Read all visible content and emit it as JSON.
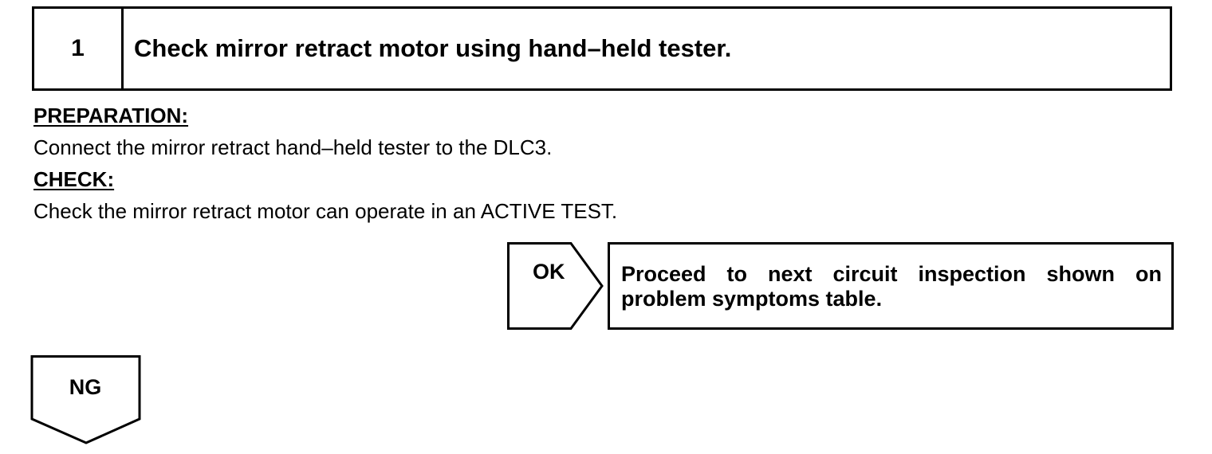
{
  "step": {
    "number": "1",
    "title": "Check mirror retract motor using hand–held tester."
  },
  "preparation": {
    "heading": "PREPARATION:",
    "text": "Connect the mirror retract hand–held tester to the DLC3."
  },
  "check": {
    "heading": "CHECK:",
    "text": "Check the mirror retract motor can operate in an ACTIVE TEST."
  },
  "ok_result": {
    "label": "OK",
    "text": "Proceed to next circuit inspection shown on problem symptoms table."
  },
  "ng_result": {
    "label": "NG"
  }
}
